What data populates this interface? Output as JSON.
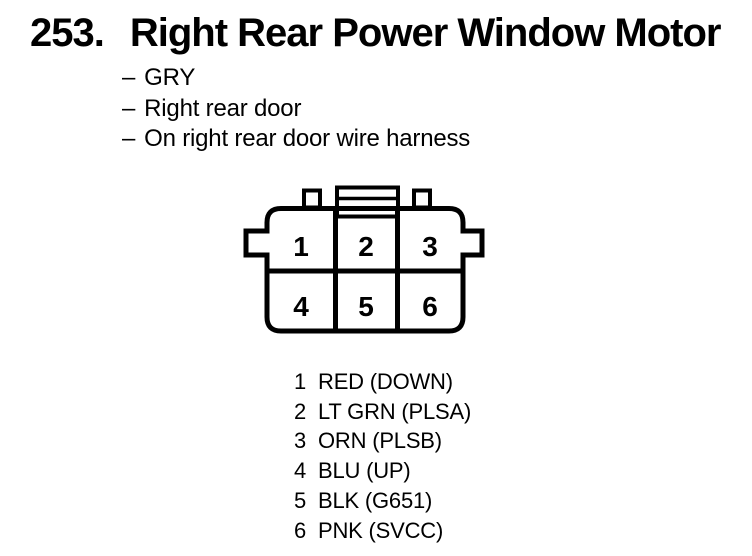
{
  "page": {
    "background": "#ffffff",
    "ink": "#000000"
  },
  "header": {
    "index": "253.",
    "title": "Right Rear Power Window Motor"
  },
  "bullets": {
    "dash": "–"
  },
  "details": [
    "GRY",
    "Right rear door",
    "On right rear door wire harness"
  ],
  "connector": {
    "description": "6-cavity connector, two rows, side wings, top latch",
    "cavities": [
      "1",
      "2",
      "3",
      "4",
      "5",
      "6"
    ]
  },
  "pinout": [
    {
      "pin": "1",
      "label": "RED (DOWN)"
    },
    {
      "pin": "2",
      "label": "LT GRN (PLSA)"
    },
    {
      "pin": "3",
      "label": "ORN (PLSB)"
    },
    {
      "pin": "4",
      "label": "BLU (UP)"
    },
    {
      "pin": "5",
      "label": "BLK (G651)"
    },
    {
      "pin": "6",
      "label": "PNK (SVCC)"
    }
  ]
}
